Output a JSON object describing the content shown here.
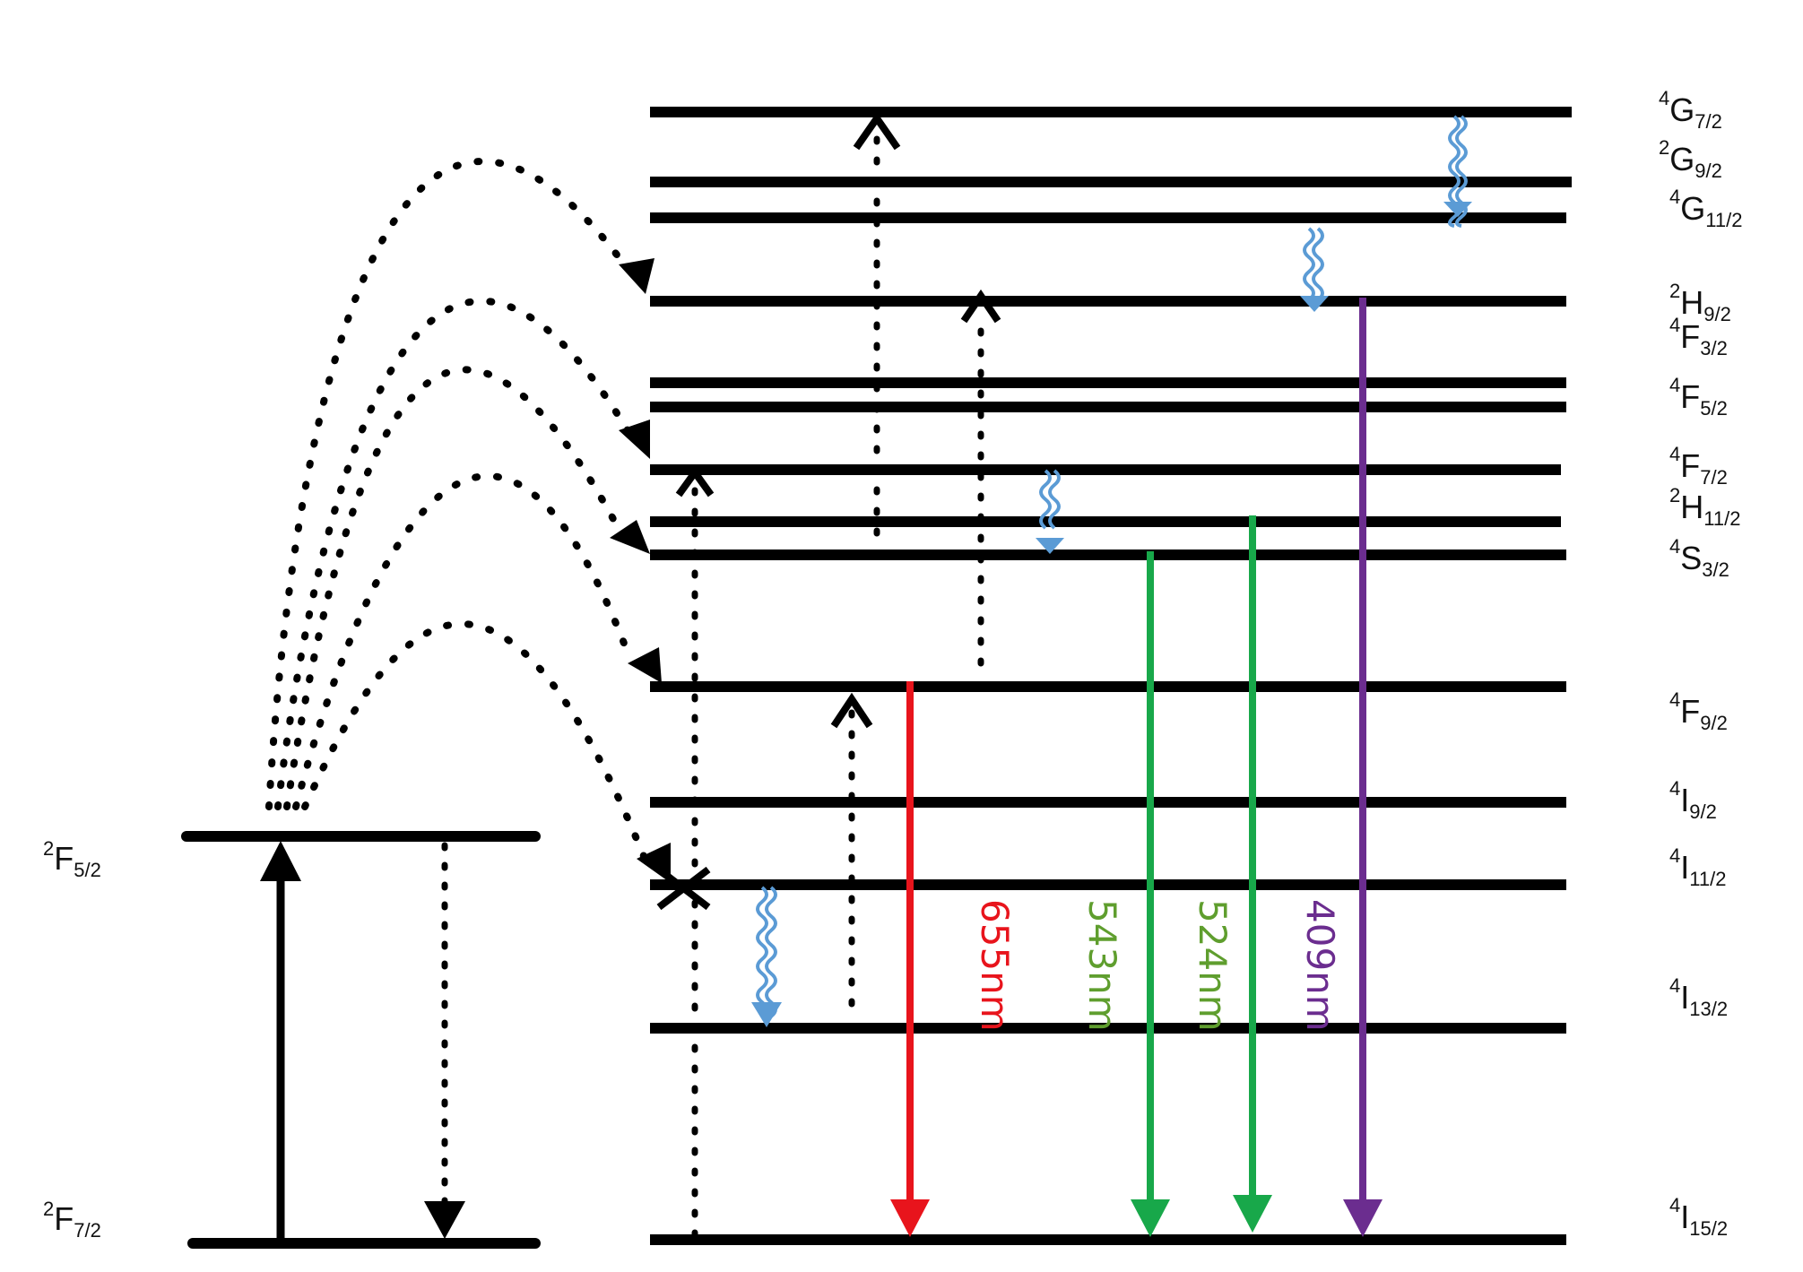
{
  "ion_levels": {
    "yb": {
      "upper": {
        "sup": "2",
        "term": "F",
        "sub": "5/2"
      },
      "lower": {
        "sup": "2",
        "term": "F",
        "sub": "7/2"
      }
    },
    "er": [
      {
        "sup": "4",
        "term": "G",
        "sub": "7/2"
      },
      {
        "sup": "2",
        "term": "G",
        "sub": "9/2"
      },
      {
        "sup": "4",
        "term": "G",
        "sub": "11/2"
      },
      {
        "sup": "2",
        "term": "H",
        "sub": "9/2"
      },
      {
        "sup": "4",
        "term": "F",
        "sub": "3/2"
      },
      {
        "sup": "4",
        "term": "F",
        "sub": "5/2"
      },
      {
        "sup": "4",
        "term": "F",
        "sub": "7/2"
      },
      {
        "sup": "2",
        "term": "H",
        "sub": "11/2"
      },
      {
        "sup": "4",
        "term": "S",
        "sub": "3/2"
      },
      {
        "sup": "4",
        "term": "F",
        "sub": "9/2"
      },
      {
        "sup": "4",
        "term": "I",
        "sub": "9/2"
      },
      {
        "sup": "4",
        "term": "I",
        "sub": "11/2"
      },
      {
        "sup": "4",
        "term": "I",
        "sub": "13/2"
      },
      {
        "sup": "4",
        "term": "I",
        "sub": "15/2"
      }
    ]
  },
  "emissions": [
    {
      "label": "655nm",
      "color": "#e8141c"
    },
    {
      "label": "543nm",
      "color": "#5f9e2e"
    },
    {
      "label": "524nm",
      "color": "#5f9e2e"
    },
    {
      "label": "409nm",
      "color": "#6b2d8f"
    }
  ],
  "colors": {
    "level": "#000000",
    "relaxation": "#5b9bd5",
    "red": "#e8141c",
    "green": "#18a84a",
    "purple": "#6b2d8f"
  }
}
